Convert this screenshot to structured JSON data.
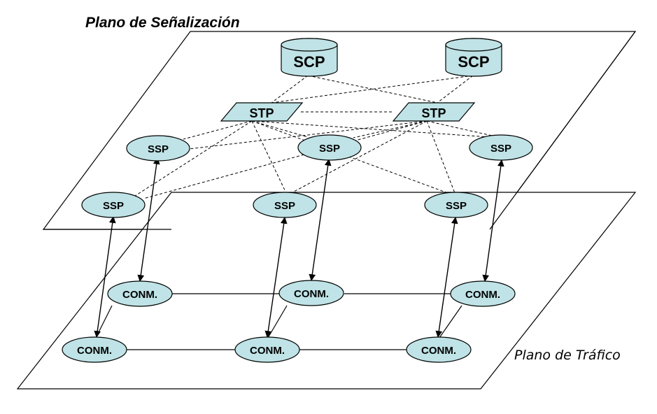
{
  "planes": {
    "signaling_title": "Plano de Señalización",
    "traffic_title": "Plano de Tráfico"
  },
  "nodes": {
    "scp_1": "SCP",
    "scp_2": "SCP",
    "stp_1": "STP",
    "stp_2": "STP",
    "ssp_1": "SSP",
    "ssp_2": "SSP",
    "ssp_3": "SSP",
    "ssp_4": "SSP",
    "ssp_5": "SSP",
    "ssp_6": "SSP",
    "conm_1": "CONM.",
    "conm_2": "CONM.",
    "conm_3": "CONM.",
    "conm_4": "CONM.",
    "conm_5": "CONM.",
    "conm_6": "CONM."
  },
  "colors": {
    "node_fill": "#bfe3e6",
    "line": "#000000",
    "background": "#ffffff"
  }
}
